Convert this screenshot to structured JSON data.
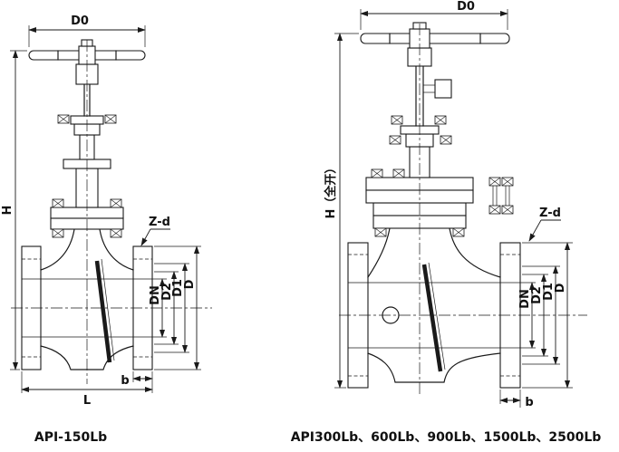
{
  "colors": {
    "ink": "#1a1a1a",
    "background": "#ffffff"
  },
  "left_valve": {
    "caption": "API-150Lb",
    "dims": {
      "d0": "D0",
      "h": "H",
      "zd": "Z-d",
      "dn": "DN",
      "d2": "D2",
      "d1": "D1",
      "d": "D",
      "l": "L",
      "b": "b"
    }
  },
  "right_valve": {
    "caption": "API300Lb、600Lb、900Lb、1500Lb、2500Lb",
    "dims": {
      "d0": "D0",
      "h": "H（全开）",
      "zd": "Z-d",
      "dn": "DN",
      "d2": "D2",
      "d1": "D1",
      "d": "D",
      "b": "b"
    }
  }
}
